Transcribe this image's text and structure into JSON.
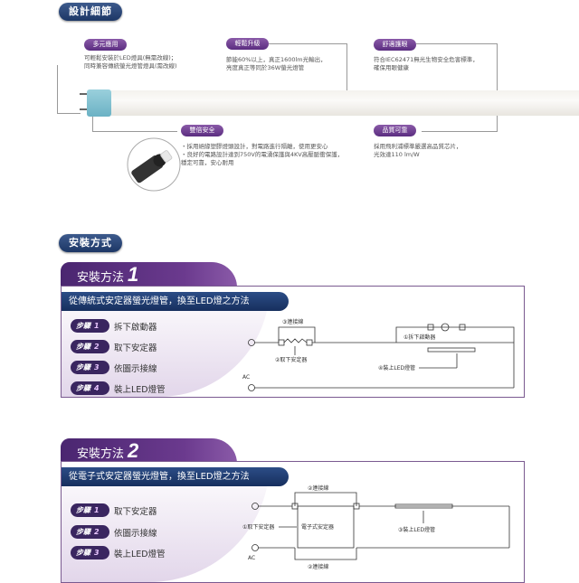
{
  "design": {
    "title": "設計細節",
    "features": [
      {
        "label": "多元應用",
        "lines": [
          "可輕鬆安裝於LED燈具(無需改線)；",
          "同時兼容傳統螢光燈管燈具(需改線)"
        ]
      },
      {
        "label": "輕鬆升級",
        "lines": [
          "節能60%以上，真正1600lm光輸出，",
          "亮度真正等同於36W螢光燈管"
        ]
      },
      {
        "label": "舒適護眼",
        "lines": [
          "符合IEC62471無光生物安全危害標準，",
          "確保用眼健康"
        ]
      },
      {
        "label": "雙倍安全",
        "lines": [
          "・採用絕緣塑膠燈頭設計，對電路進行隔離，使用更安心",
          "・良好的電路設計達到750V的電湧保護與4KV高壓脈衝保護，",
          "  穩定可靠，安心耐用"
        ]
      },
      {
        "label": "品質可靠",
        "lines": [
          "採用飛利浦標準嚴選高品質芯片，",
          "光效達110 lm/W"
        ]
      }
    ]
  },
  "install": {
    "title": "安裝方式",
    "method1": {
      "tab": "安裝方法",
      "num": "1",
      "subtitle": "從傳統式安定器螢光燈管，換至LED燈之方法",
      "step_label": "步驟",
      "steps": [
        {
          "n": "1",
          "text": "拆下啟動器"
        },
        {
          "n": "2",
          "text": "取下安定器"
        },
        {
          "n": "3",
          "text": "依圖示接線"
        },
        {
          "n": "4",
          "text": "裝上LED燈管"
        }
      ],
      "diagram": {
        "connect": "③連接線",
        "remove_ballast": "②取下安定器",
        "remove_starter": "①拆下啟動器",
        "install_led": "④裝上LED燈管",
        "ac": "AC"
      }
    },
    "method2": {
      "tab": "安裝方法",
      "num": "2",
      "subtitle": "從電子式安定器螢光燈管，換至LED燈之方法",
      "step_label": "步驟",
      "steps": [
        {
          "n": "1",
          "text": "取下安定器"
        },
        {
          "n": "2",
          "text": "依圖示接線"
        },
        {
          "n": "3",
          "text": "裝上LED燈管"
        }
      ],
      "diagram": {
        "connect_top": "②連接線",
        "connect_bottom": "②連接線",
        "remove_ballast": "①取下安定器",
        "ballast": "電子式安定器",
        "install_led": "③裝上LED燈管",
        "ac": "AC"
      }
    }
  }
}
